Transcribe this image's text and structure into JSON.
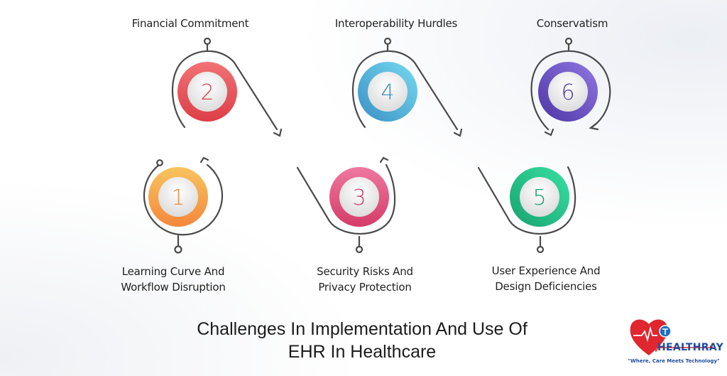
{
  "title": {
    "line1": "Challenges In Implementation And Use Of",
    "line2": "EHR In Healthcare"
  },
  "steps": [
    {
      "number": "1",
      "label_line1": "Learning Curve And",
      "label_line2": "Workflow Disruption",
      "color": "#F49B3F",
      "color_light": "#F8C45E"
    },
    {
      "number": "2",
      "label_line1": "Financial Commitment",
      "label_line2": "",
      "color": "#E2474F",
      "color_light": "#F07276"
    },
    {
      "number": "3",
      "label_line1": "Security Risks And",
      "label_line2": "Privacy Protection",
      "color": "#D9416F",
      "color_light": "#EE78A0"
    },
    {
      "number": "4",
      "label_line1": "Interoperability Hurdles",
      "label_line2": "",
      "color": "#3E9FCB",
      "color_light": "#71D3EC"
    },
    {
      "number": "5",
      "label_line1": "User Experience And",
      "label_line2": "Design Deficiencies",
      "color": "#1BAE78",
      "color_light": "#35DDA0"
    },
    {
      "number": "6",
      "label_line1": "Conservatism",
      "label_line2": "",
      "color": "#5A3FB0",
      "color_light": "#8E73DF"
    }
  ],
  "logo": {
    "brand": "HEALTHRAY",
    "tagline": "\"Where, Care Meets Technology\"",
    "heart_color": "#E0262E",
    "brand_color": "#1D4D9E"
  },
  "colors": {
    "connector": "#4a4a4a",
    "inner_disc": "#ececec",
    "text": "#222222"
  }
}
